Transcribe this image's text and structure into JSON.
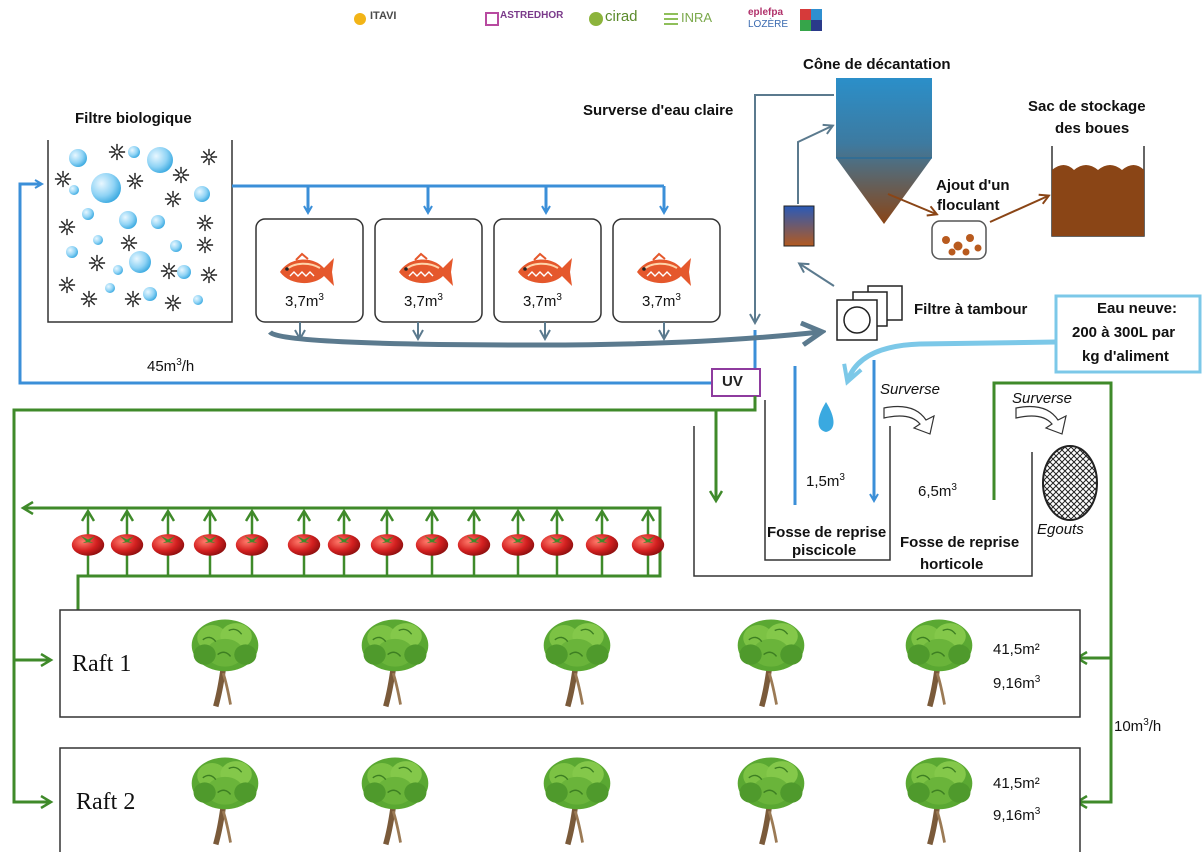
{
  "logos": {
    "itavi": "ITAVI",
    "astredhor": "ASTREDHOR",
    "cirad": "cirad",
    "inra": "INRA",
    "eplefpa_1": "eplefpa",
    "eplefpa_2": "LOZÈRE"
  },
  "labels": {
    "biofilter": "Filtre biologique",
    "flow_45": "45m",
    "flow_45_unit": "/h",
    "exp3": "3",
    "tank_volume": "3,7m",
    "overflow_clear": "Surverse d'eau claire",
    "settling_cone": "Cône de décantation",
    "sludge_bag_1": "Sac de stockage",
    "sludge_bag_2": "des boues",
    "flocculant_1": "Ajout d'un",
    "flocculant_2": "floculant",
    "drum_filter": "Filtre à tambour",
    "fresh_water_1": "Eau neuve:",
    "fresh_water_2": "200 à 300L par",
    "fresh_water_3": "kg d'aliment",
    "uv": "UV",
    "overflow_1": "Surverse",
    "overflow_2": "Surverse",
    "sump_fish_volume": "1,5m",
    "sump_plant_volume": "6,5m",
    "sump_fish_1": "Fosse de reprise",
    "sump_fish_2": "piscicole",
    "sump_plant_1": "Fosse de reprise",
    "sump_plant_2": "horticole",
    "sewer": "Egouts",
    "flow_10": "10m",
    "flow_10_unit": "/h",
    "raft1": "Raft 1",
    "raft2": "Raft 2",
    "raft1_area": "41,5m²",
    "raft1_volume": "9,16m",
    "raft2_area": "41,5m²",
    "raft2_volume": "9,16m"
  },
  "colors": {
    "blue_line": "#3b8fd8",
    "dark_line": "#5b7a8e",
    "green_line": "#3f8a2a",
    "light_blue": "#7cc8e8",
    "sludge": "#8a4516",
    "tomato": "#d42020",
    "uv_border": "#8e3b9e"
  }
}
